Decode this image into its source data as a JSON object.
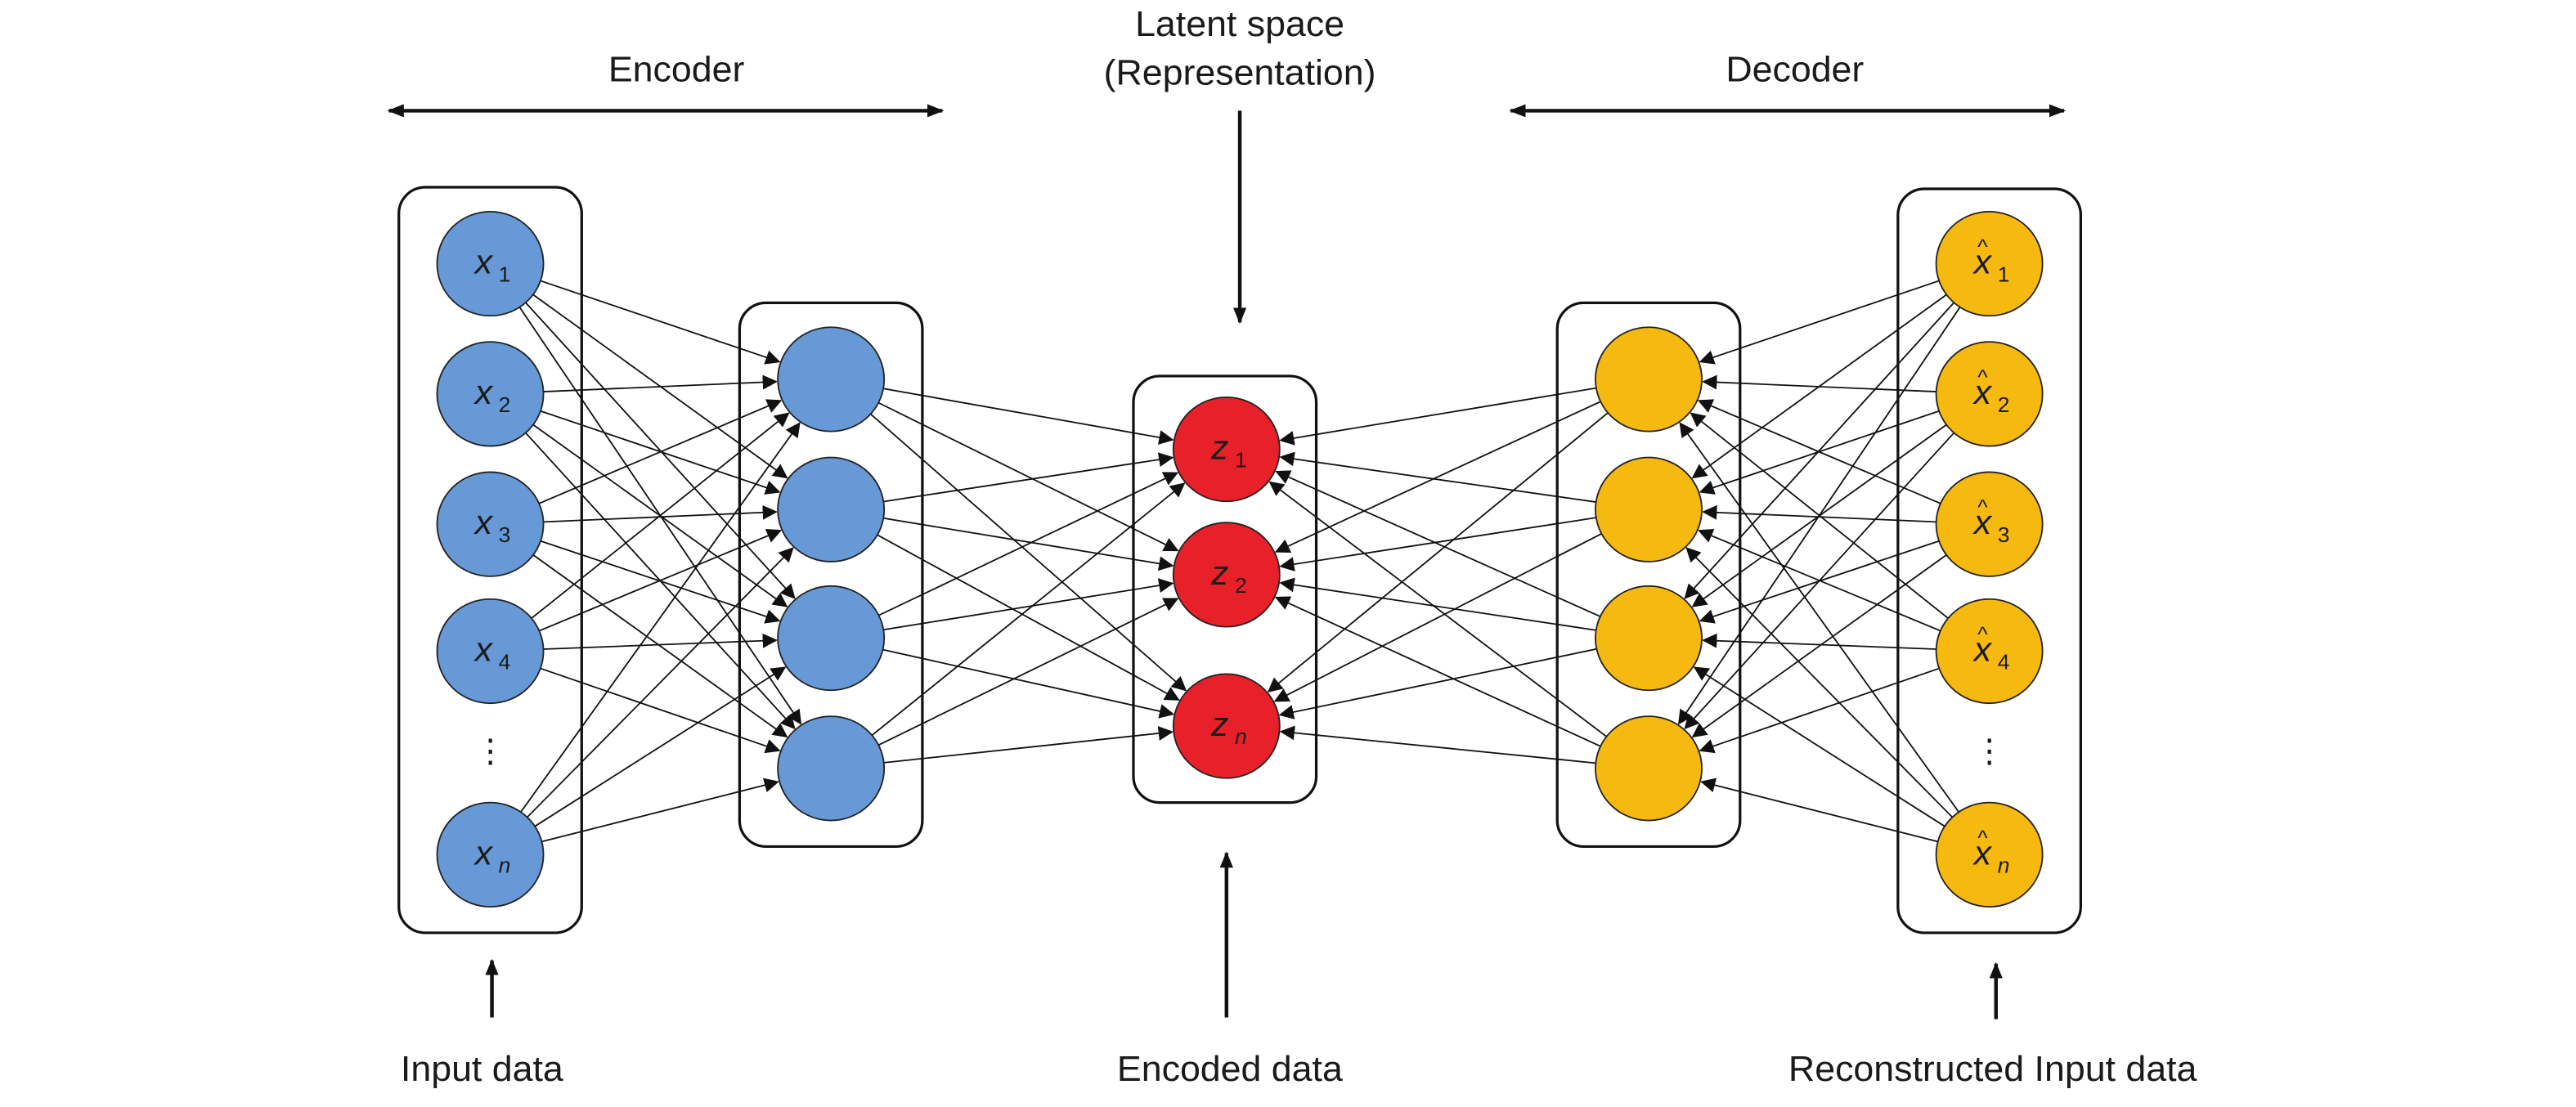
{
  "title_labels": {
    "encoder": "Encoder",
    "latent_line1": "Latent space",
    "latent_line2": "(Representation)",
    "decoder": "Decoder"
  },
  "bottom_labels": {
    "input": "Input data",
    "encoded": "Encoded data",
    "reconstructed": "Reconstructed Input data"
  },
  "colors": {
    "input_node": "#6699d6",
    "latent_node": "#e8202a",
    "output_node": "#f6b90f",
    "line": "#111111"
  },
  "layers": {
    "input": {
      "name": "input-layer",
      "nodes": [
        {
          "base": "x",
          "sub": "1",
          "hat": false
        },
        {
          "base": "x",
          "sub": "2",
          "hat": false
        },
        {
          "base": "x",
          "sub": "3",
          "hat": false
        },
        {
          "base": "x",
          "sub": "4",
          "hat": false
        },
        {
          "base": "x",
          "sub": "n",
          "hat": false
        }
      ],
      "ellipsis": "⋮"
    },
    "encoder_hidden": {
      "name": "encoder-hidden-layer",
      "count": 4
    },
    "latent": {
      "name": "latent-layer",
      "nodes": [
        {
          "base": "z",
          "sub": "1"
        },
        {
          "base": "z",
          "sub": "2"
        },
        {
          "base": "z",
          "sub": "n"
        }
      ]
    },
    "decoder_hidden": {
      "name": "decoder-hidden-layer",
      "count": 4
    },
    "output": {
      "name": "output-layer",
      "nodes": [
        {
          "base": "x",
          "sub": "1",
          "hat": true
        },
        {
          "base": "x",
          "sub": "2",
          "hat": true
        },
        {
          "base": "x",
          "sub": "3",
          "hat": true
        },
        {
          "base": "x",
          "sub": "4",
          "hat": true
        },
        {
          "base": "x",
          "sub": "n",
          "hat": true
        }
      ],
      "ellipsis": "⋮"
    }
  },
  "connectivity": "fully-connected between adjacent layers"
}
